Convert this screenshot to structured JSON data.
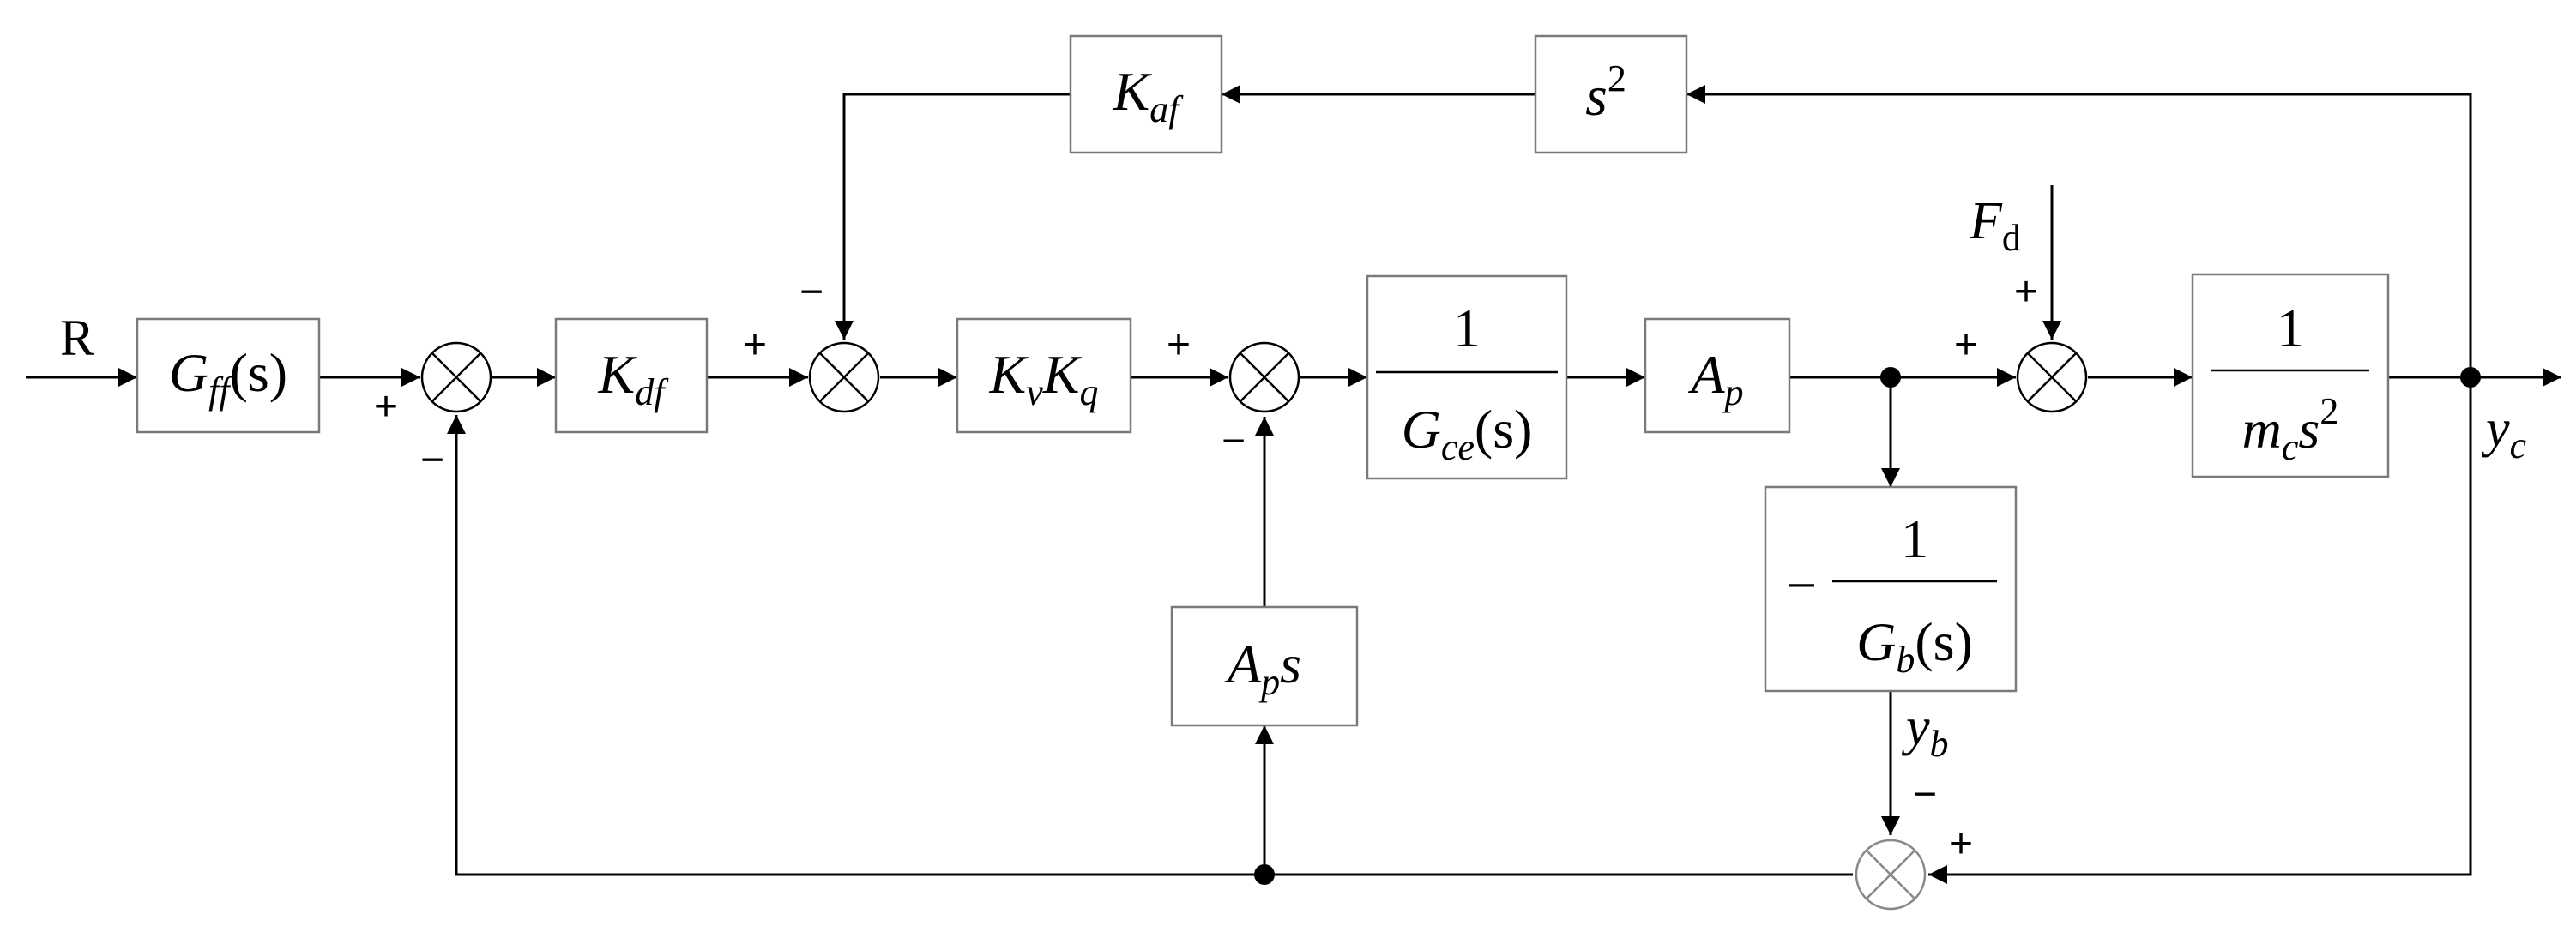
{
  "signals": {
    "input": "R",
    "disturbance": {
      "main": "F",
      "sub": "d"
    },
    "output": {
      "main": "y",
      "sub": "c"
    },
    "yb": {
      "main": "y",
      "sub": "b"
    }
  },
  "blocks": {
    "gff": {
      "g": "G",
      "sub": "ff",
      "arg": "(s)"
    },
    "kdf": {
      "k": "K",
      "sub": "df"
    },
    "kvkq": {
      "k1": "K",
      "s1": "v",
      "k2": "K",
      "s2": "q"
    },
    "gce": {
      "num": "1",
      "g": "G",
      "sub": "ce",
      "arg": "(s)"
    },
    "ap": {
      "a": "A",
      "sub": "p"
    },
    "mc": {
      "num": "1",
      "m": "m",
      "sub": "c",
      "s": "s",
      "exp": "2"
    },
    "gb": {
      "neg": "−",
      "num": "1",
      "g": "G",
      "sub": "b",
      "arg": "(s)"
    },
    "aps": {
      "a": "A",
      "sub": "p",
      "s": "s"
    },
    "kaf": {
      "k": "K",
      "sub": "af"
    },
    "s2": {
      "s": "s",
      "exp": "2"
    }
  },
  "signs": {
    "plus": "+",
    "minus": "−"
  }
}
